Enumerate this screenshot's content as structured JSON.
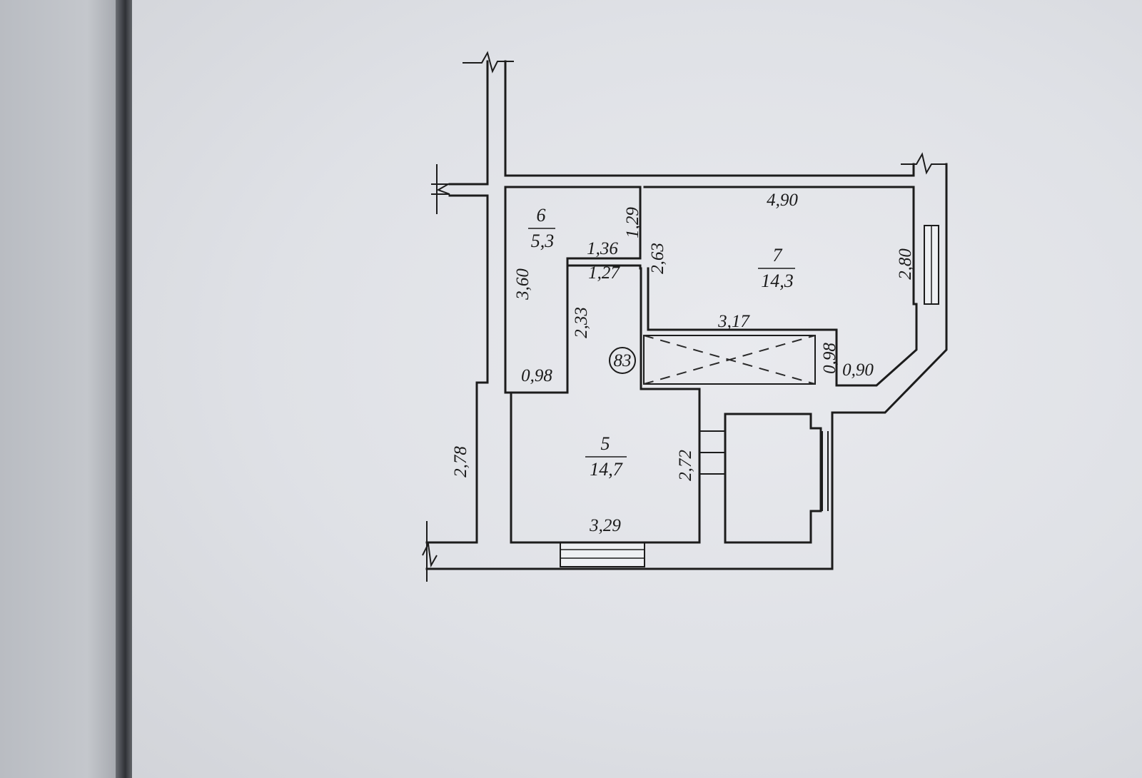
{
  "apartment_number": "83",
  "rooms": [
    {
      "number": "6",
      "area": "5,3"
    },
    {
      "number": "7",
      "area": "14,3"
    },
    {
      "number": "5",
      "area": "14,7"
    }
  ],
  "dimensions": {
    "d_4_90": "4,90",
    "d_1_29": "1,29",
    "d_1_36": "1,36",
    "d_1_27": "1,27",
    "d_2_63": "2,63",
    "d_2_80": "2,80",
    "d_3_60": "3,60",
    "d_2_33": "2,33",
    "d_3_17": "3,17",
    "d_0_98_hall": "0,98",
    "d_0_98_closet": "0,98",
    "d_0_90": "0,90",
    "d_2_78": "2,78",
    "d_2_72": "2,72",
    "d_3_29": "3,29"
  }
}
